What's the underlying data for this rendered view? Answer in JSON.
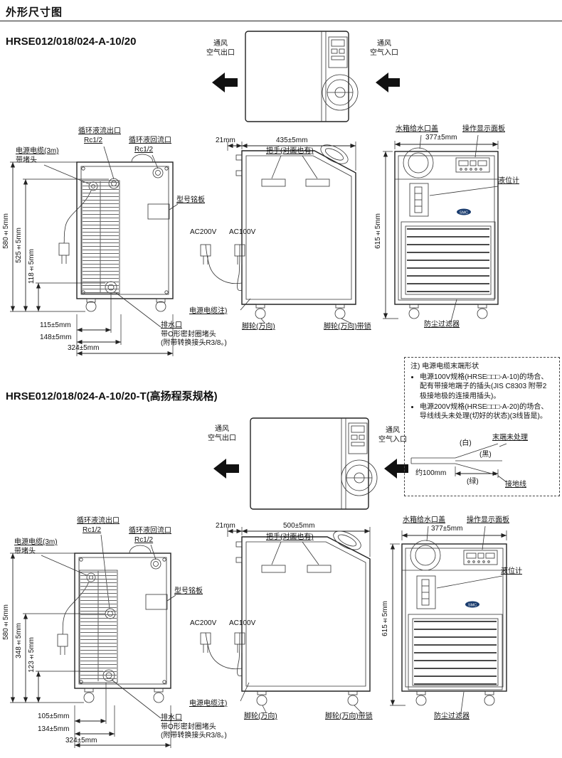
{
  "page": {
    "title": "外形尺寸图"
  },
  "sections": [
    {
      "heading": "HRSE012/018/024-A-10/20"
    },
    {
      "heading": "HRSE012/018/024-A-10/20-T(高扬程泵规格)"
    }
  ],
  "labels": {
    "vent": "通风",
    "air_out": "空气出口",
    "air_in": "空气入口",
    "circ_out": "循环液流出口",
    "circ_ret": "循环液回流口",
    "rc12": "Rc1/2",
    "power_cable_3m": "电源电缆(3m)",
    "with_plug": "带堵头",
    "nameplate": "型号铭板",
    "drain": "排水口",
    "drain_seal": "带O形密封圈堵头",
    "drain_adapter": "(附带转换接头R3/8。)",
    "ac200": "AC200V",
    "ac100": "AC100V",
    "power_cable_note": "电源电缆注)",
    "handle": "把手(对面也有)",
    "caster_swivel": "脚轮(万向)",
    "caster_lock": "脚轮(万向)带锁",
    "tank_cap": "水箱给水口盖",
    "control_panel": "操作显示面板",
    "level_gauge": "液位计",
    "dust_filter": "防尘过滤器",
    "logo": "SMC"
  },
  "dims1": {
    "h_total": "580±5mm",
    "h_port": "525±5mm",
    "h_drain": "118±5mm",
    "w_a": "115±5mm",
    "w_b": "148±5mm",
    "w_total": "324±5mm",
    "depth_offset": "21mm",
    "depth": "435±5mm",
    "width": "377±5mm",
    "height": "615±5mm"
  },
  "dims2": {
    "h_total": "580±5mm",
    "h_port": "348±5mm",
    "h_drain": "123±5mm",
    "w_a": "105±5mm",
    "w_b": "134±5mm",
    "w_total": "324±5mm",
    "depth_offset": "21mm",
    "depth": "500±5mm",
    "width": "377±5mm",
    "height": "615±5mm"
  },
  "note": {
    "title": "注) 电源电缆末端形状",
    "items": [
      "电源100V规格(HRSE□□□-A-10)的场合、配有带接地端子的插头(JIS C8303 附带2极接地极的连接用插头)。",
      "电源200V规格(HRSE□□□-A-20)的场合、导线线头未处理(切好的状态)(3线皆是)。"
    ],
    "wire_white": "(白)",
    "wire_black": "(黑)",
    "wire_green": "(绿)",
    "length": "约100mm",
    "untreated": "末端未处理",
    "ground_wire": "接地线"
  }
}
